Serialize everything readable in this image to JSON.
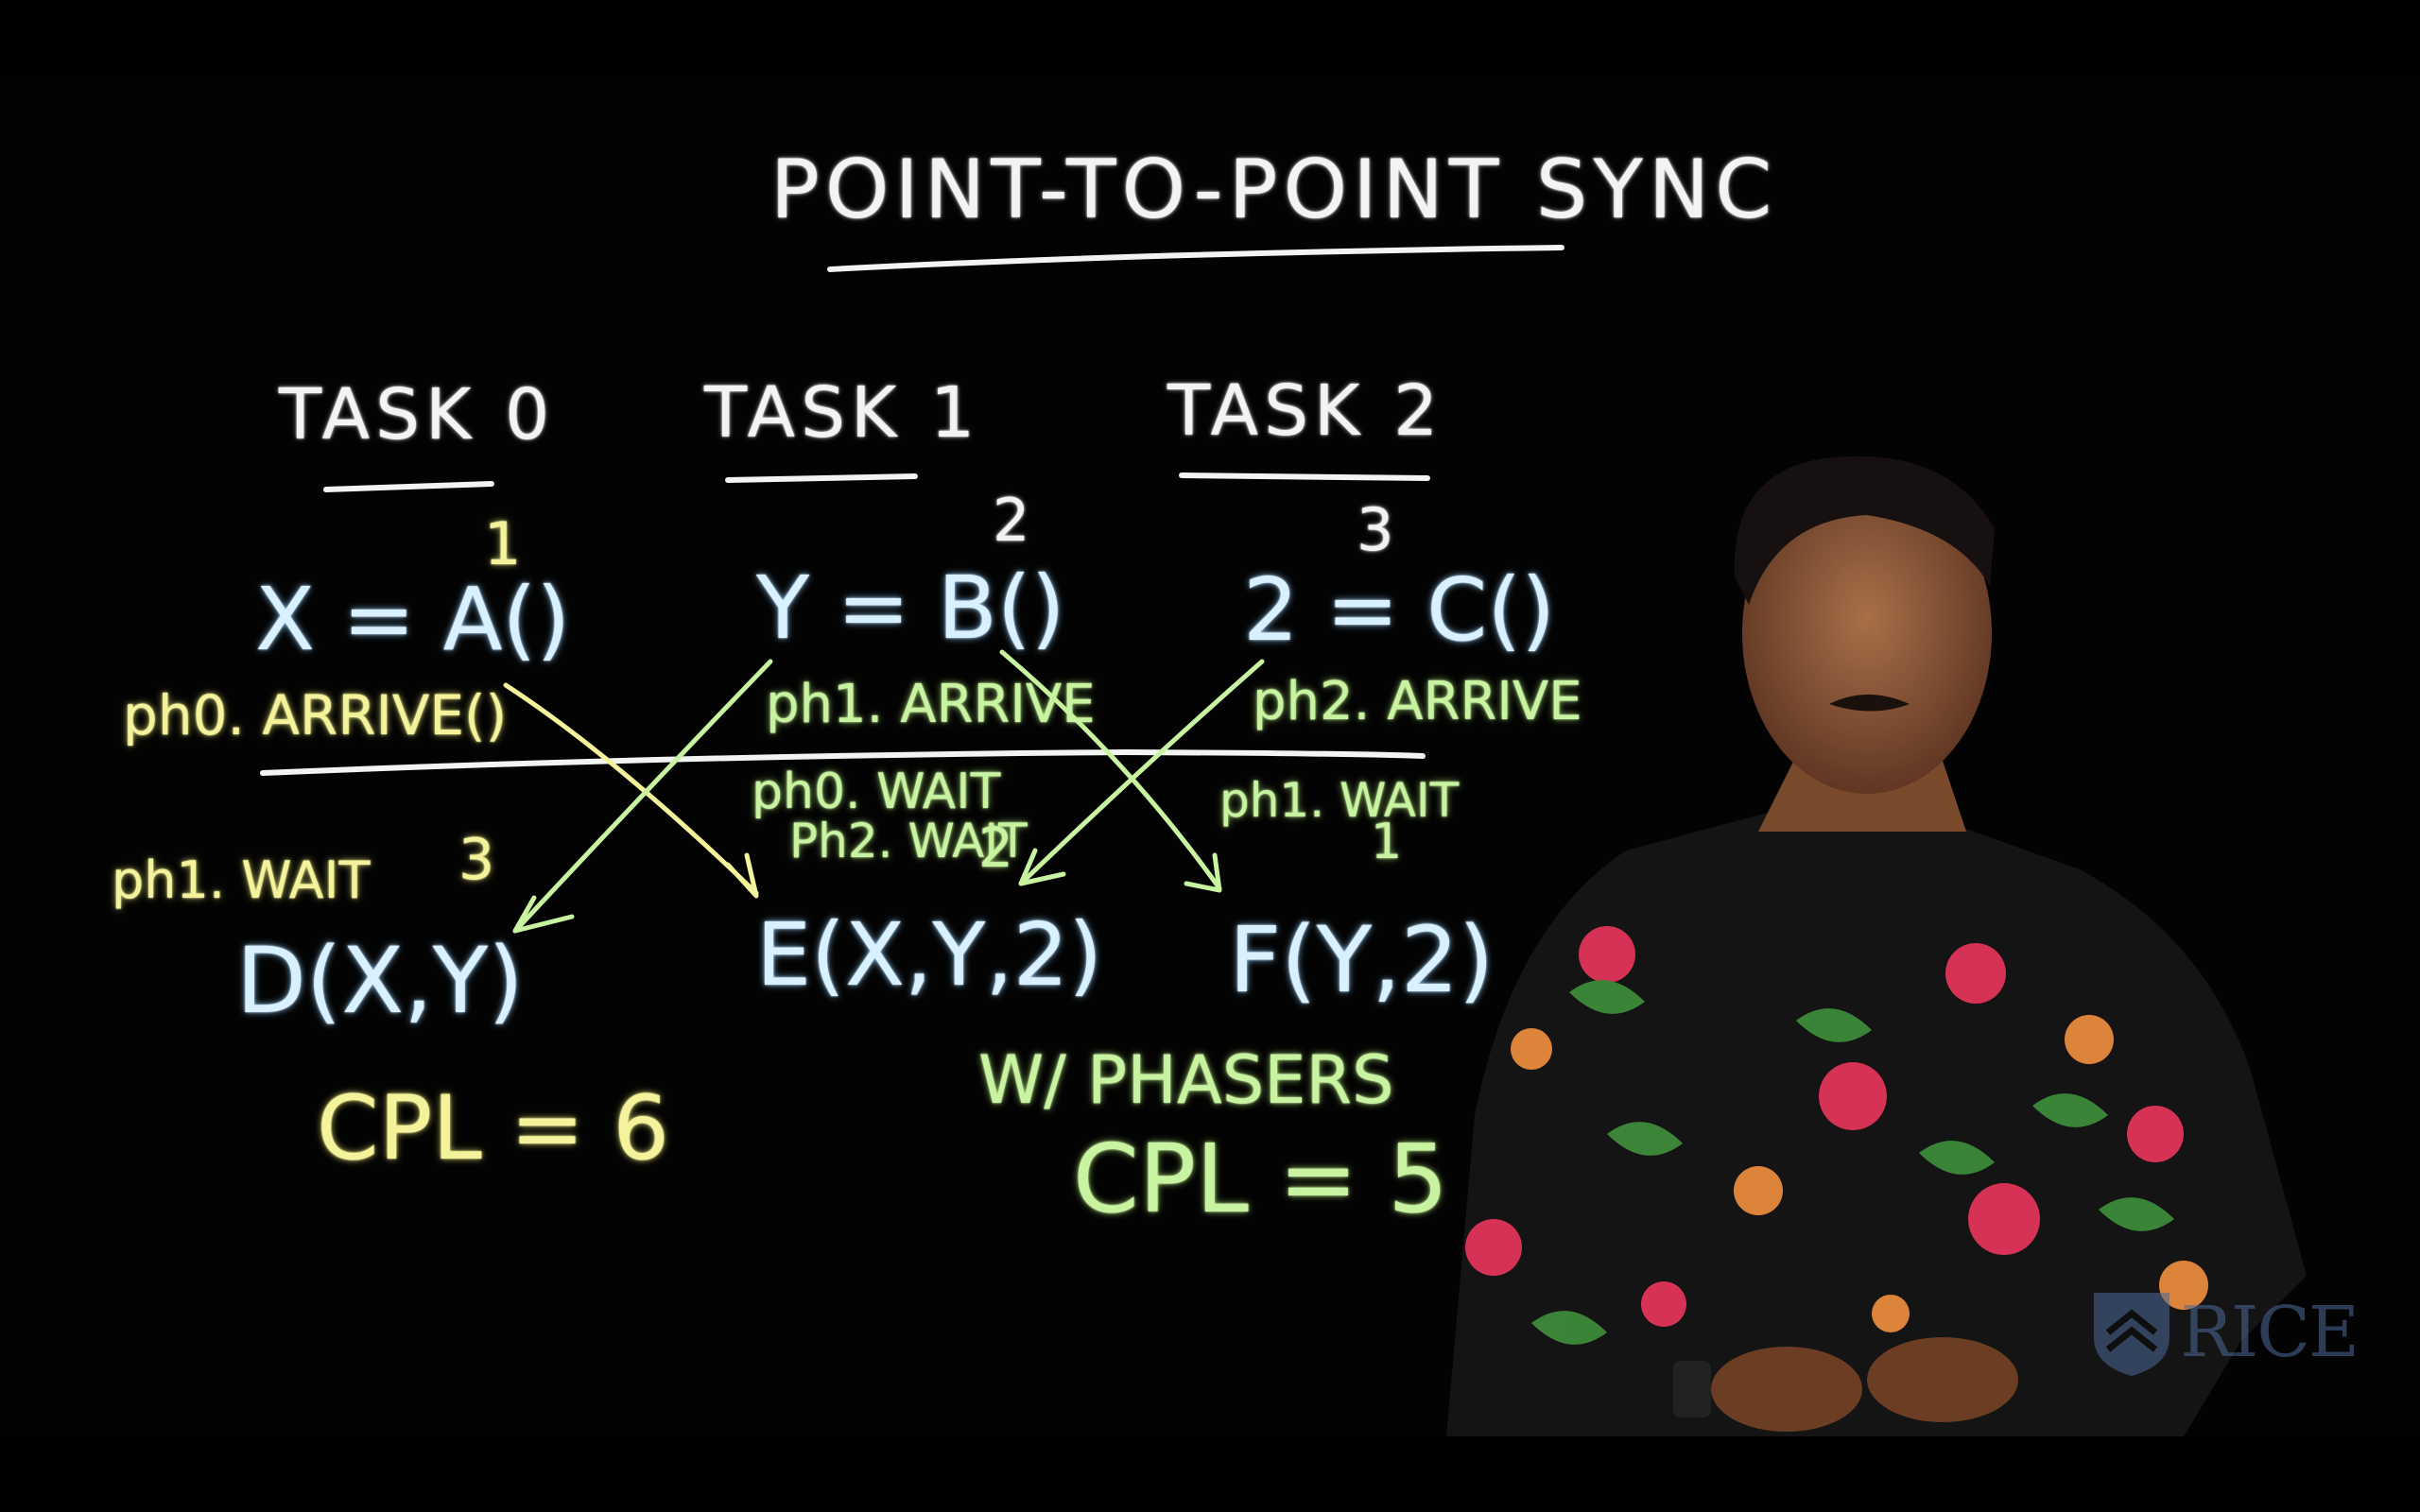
{
  "title": "POINT-TO-POINT SYNC",
  "tasks": [
    {
      "header": "TASK 0",
      "statement": "X = A()",
      "phase_arrive": "ph0. ARRIVE()",
      "wait": "ph1. WAIT",
      "result": "D(X,Y)",
      "order_top": "1",
      "order_bottom": "3"
    },
    {
      "header": "TASK 1",
      "statement": "Y = B()",
      "phase_arrive": "ph1. ARRIVE",
      "wait": "ph0. WAIT",
      "wait2": "Ph2. WAIT",
      "result": "E(X,Y,2)",
      "order_top": "2",
      "order_bottom": "2"
    },
    {
      "header": "TASK 2",
      "statement": "2 = C()",
      "phase_arrive": "ph2. ARRIVE",
      "wait": "ph1. WAIT",
      "result": "F(Y,2)",
      "order_top": "3",
      "order_bottom": "1"
    }
  ],
  "annotations": {
    "cpl_left": "CPL = 6",
    "phasers_label": "W/ PHASERS",
    "cpl_right": "CPL = 5"
  },
  "logo": {
    "text": "RICE",
    "icon": "shield-icon"
  },
  "colors": {
    "board": "#030303",
    "chalk_white": "#f2f4f2",
    "chalk_blue": "#d8f0ff",
    "chalk_yellow": "#f4f29a",
    "chalk_green": "#c8f3a0",
    "logo": "#4e6a9a"
  }
}
